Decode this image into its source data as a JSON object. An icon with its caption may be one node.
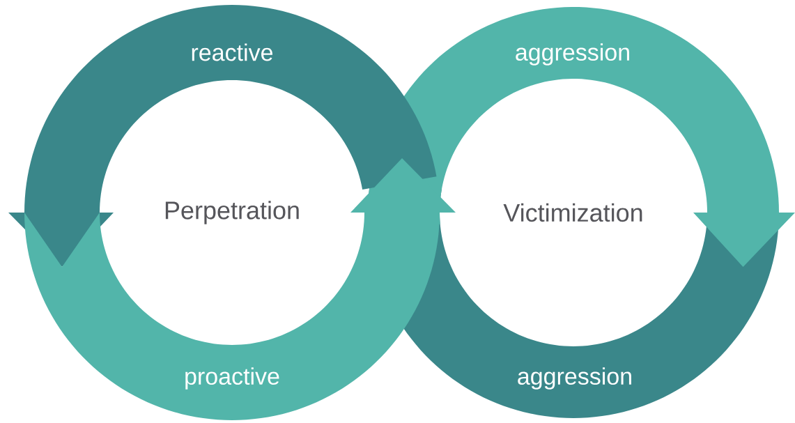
{
  "diagram": {
    "nodes": [
      {
        "text": [
          "Perpetration"
        ]
      },
      {
        "text": [
          "Victimization"
        ]
      },
      {
        "text": [
          "reactive"
        ]
      },
      {
        "text": [
          "aggression"
        ]
      },
      {
        "text": [
          "proactive"
        ]
      },
      {
        "text": [
          "aggression"
        ]
      }
    ]
  }
}
